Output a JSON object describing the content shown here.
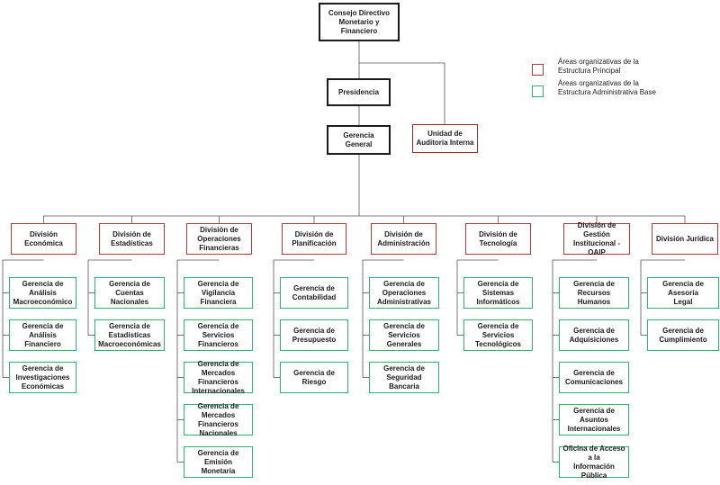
{
  "top": {
    "consejo": "Consejo Directivo\nMonetario y Financiero",
    "presidencia": "Presidencia",
    "gerencia_general": "Gerencia General",
    "auditoria": "Unidad de\nAuditoría Interna"
  },
  "legend": {
    "principal": "Áreas organizativas de la\nEstructura Principal",
    "base": "Áreas organizativas de la\nEstructura Administrativa Base",
    "principal_color": "#b03a3a",
    "base_color": "#2bb673"
  },
  "divisions": [
    {
      "name": "División Económica",
      "units": [
        "Gerencia de Análisis\nMacroeconómico",
        "Gerencia de Análisis\nFinanciero",
        "Gerencia de\nInvestigaciones\nEconómicas"
      ]
    },
    {
      "name": "División de\nEstadísticas",
      "units": [
        "Gerencia de Cuentas\nNacionales",
        "Gerencia de\nEstadísticas\nMacroeconómicas"
      ]
    },
    {
      "name": "División de\nOperaciones\nFinancieras",
      "units": [
        "Gerencia de Vigilancia\nFinanciera",
        "Gerencia de Servicios\nFinancieros",
        "Gerencia de\nMercados Financieros\nInternacionales",
        "Gerencia de\nMercados Financieros\nNacionales",
        "Gerencia de Emisión\nMonetaria"
      ]
    },
    {
      "name": "División de\nPlanificación",
      "units": [
        "Gerencia de\nContabilidad",
        "Gerencia de\nPresupuesto",
        "Gerencia de Riesgo"
      ]
    },
    {
      "name": "División de\nAdministración",
      "units": [
        "Gerencia de\nOperaciones\nAdministrativas",
        "Gerencia de Servicios\nGenerales",
        "Gerencia de Seguridad\nBancaria"
      ]
    },
    {
      "name": "División de\nTecnología",
      "units": [
        "Gerencia de Sistemas\nInformáticos",
        "Gerencia de Servicios\nTecnológicos"
      ]
    },
    {
      "name": "División de Gestión\nInstitucional - OAIP",
      "units": [
        "Gerencia de Recursos\nHumanos",
        "Gerencia de\nAdquisiciones",
        "Gerencia de\nComunicaciones",
        "Gerencia de Asuntos\nInternacionales",
        "Oficina de Acceso a la\nInformación Pública"
      ]
    },
    {
      "name": "División Jurídica",
      "units": [
        "Gerencia de Asesoría\nLegal",
        "Gerencia de\nCumplimiento"
      ]
    }
  ]
}
